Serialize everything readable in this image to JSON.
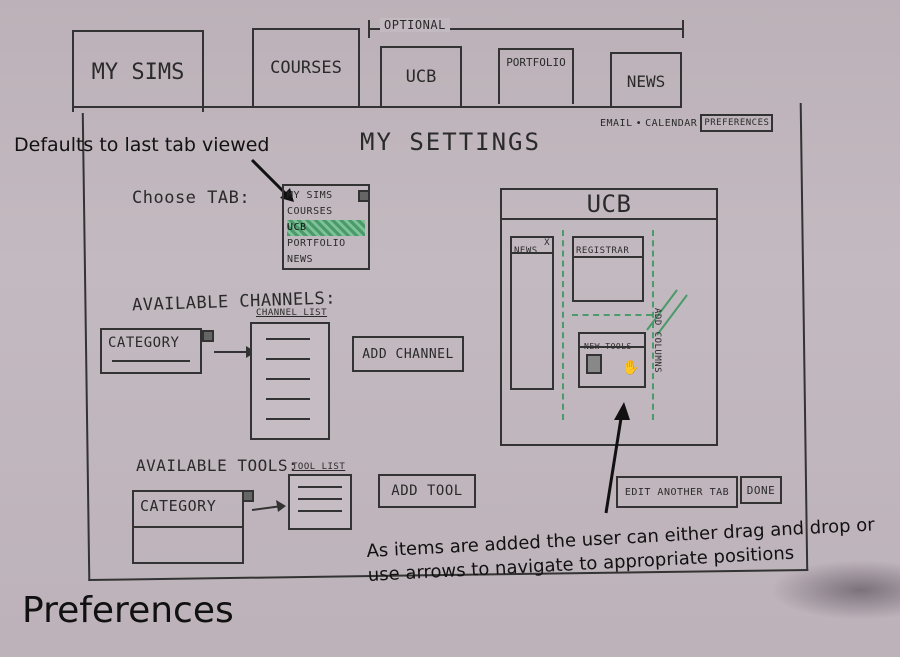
{
  "optional_label": "OPTIONAL",
  "tabs": [
    {
      "label": "My Sims"
    },
    {
      "label": "Courses"
    },
    {
      "label": "UCB"
    },
    {
      "label": "Portfolio"
    },
    {
      "label": "News"
    }
  ],
  "top_links": {
    "email": "EMAIL",
    "sep": "•",
    "calendar": "CALENDAR",
    "preferences": "PREFERENCES"
  },
  "settings_title": "MY SETTINGS",
  "annotation_default": "Defaults to last tab viewed",
  "choose_tab": {
    "label": "Choose TAB:",
    "options": [
      "MY SIMS",
      "COURSES",
      "UCB",
      "PORTFOLIO",
      "NEWS"
    ],
    "selected_index": 2
  },
  "channels": {
    "heading": "AVAILABLE CHANNELS:",
    "category": "CATEGORY",
    "list_label": "CHANNEL LIST",
    "add_button": "ADD CHANNEL"
  },
  "tools": {
    "heading": "AVAILABLE TOOLS:",
    "category": "CATEGORY",
    "list_label": "TOOL LIST",
    "add_button": "ADD TOOL"
  },
  "preview": {
    "title": "UCB",
    "news_box": "NEWS",
    "news_close": "x",
    "registrar_box": "REGISTRAR",
    "new_tools_box": "NEW TOOLS",
    "add_columns": "ADD COLUMNS"
  },
  "buttons": {
    "edit_another_tab": "EDIT ANOTHER TAB",
    "done": "DONE"
  },
  "annotation_drag": "As items are added the user can either drag and drop or use arrows to navigate to appropriate positions",
  "page_label": "Preferences",
  "colors": {
    "whiteboard": "#bdb2ba",
    "ink": "#333333",
    "highlight": "#4a9a6a"
  }
}
